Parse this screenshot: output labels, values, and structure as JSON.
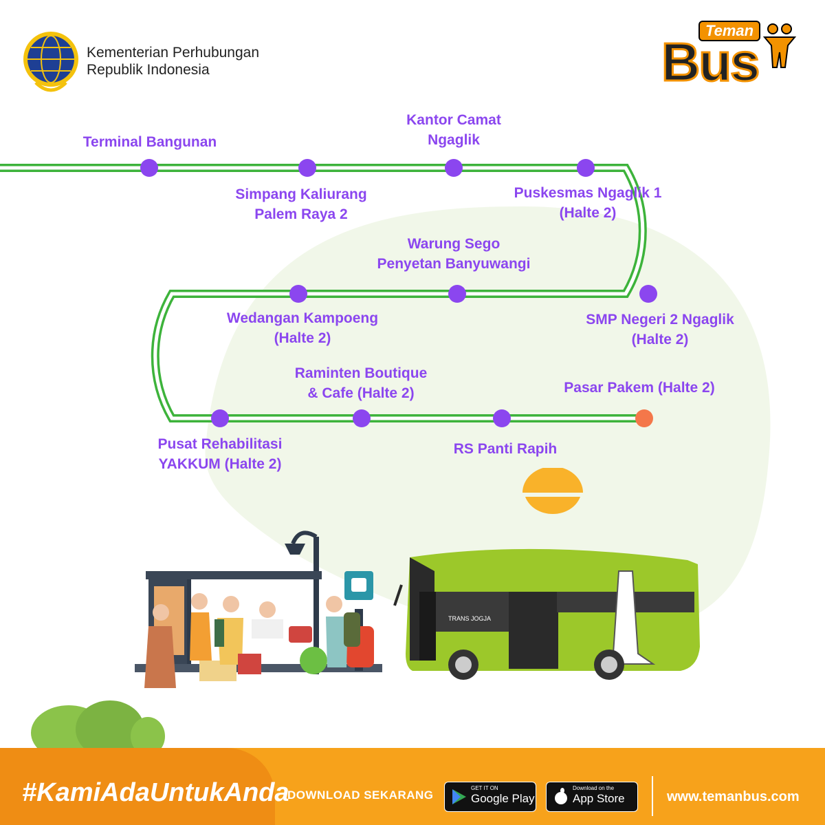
{
  "header": {
    "ministry_line1": "Kementerian Perhubungan",
    "ministry_line2": "Republik Indonesia",
    "logo_top": "Teman",
    "logo_main": "Bus"
  },
  "route": {
    "line_color": "#3db33b",
    "stop_color": "#8b46ef",
    "terminus_color": "#f4774a",
    "stops": [
      {
        "name": "Terminal Bangunan"
      },
      {
        "name": "Simpang Kaliurang\nPalem Raya 2"
      },
      {
        "name": "Kantor Camat\nNgaglik"
      },
      {
        "name": "Puskesmas Ngaglik 1\n(Halte 2)"
      },
      {
        "name": "SMP Negeri 2 Ngaglik\n(Halte 2)"
      },
      {
        "name": "Warung Sego\nPenyetan Banyuwangi"
      },
      {
        "name": "Wedangan Kampoeng\n(Halte 2)"
      },
      {
        "name": "Pusat Rehabilitasi\nYAKKUM (Halte 2)"
      },
      {
        "name": "Raminten Boutique\n& Cafe (Halte 2)"
      },
      {
        "name": "RS Panti Rapih"
      },
      {
        "name": "Pasar Pakem (Halte 2)"
      }
    ]
  },
  "bus": {
    "brand": "TRANS JOGJA",
    "body_color": "#9cc82a"
  },
  "footer": {
    "hashtag": "#KamiAdaUntukAnda",
    "download": "DOWNLOAD  SEKARANG",
    "google_small": "GET IT ON",
    "google_big": "Google Play",
    "apple_small": "Download on the",
    "apple_big": "App Store",
    "website": "www.temanbus.com"
  }
}
